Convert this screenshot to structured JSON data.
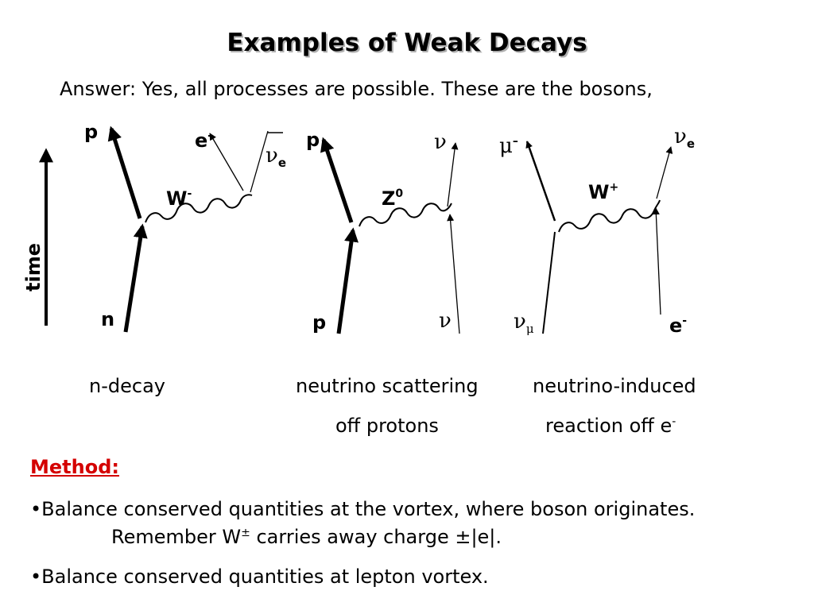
{
  "slide": {
    "title": "Examples of Weak Decays",
    "answer": "Answer: Yes, all processes are possible. These are the bosons,"
  },
  "diagram": {
    "time_label": "time",
    "left": {
      "top_quark": "p",
      "bottom_quark": "n",
      "boson": "W",
      "boson_charge": "-",
      "lepton_out": "e",
      "lepton_out_charge": "-",
      "neutrino": "ν",
      "neutrino_sub": "e"
    },
    "middle": {
      "top_quark": "p",
      "bottom_quark": "p",
      "boson": "Z",
      "boson_charge": "0",
      "neutrino_top": "ν",
      "neutrino_bottom": "ν"
    },
    "right": {
      "top_lepton": "μ",
      "top_lepton_charge": "–",
      "bottom_lepton": "ν",
      "bottom_lepton_sub": "μ",
      "boson": "W",
      "boson_charge": "+",
      "out_lepton": "ν",
      "out_lepton_sub": "e",
      "in_lepton": "e",
      "in_lepton_charge": "-"
    }
  },
  "captions": {
    "left": "n-decay",
    "middle_line1": "neutrino scattering",
    "middle_line2": "off protons",
    "right_line1": "neutrino-induced",
    "right_line2": "reaction off e",
    "right_line2_sup": "-"
  },
  "method": {
    "heading": "Method:",
    "bullet1": "•Balance conserved quantities at the vortex, where boson originates.",
    "bullet1_cont_pre": "Remember W",
    "bullet1_cont_sup": "±",
    "bullet1_cont_post": " carries away charge ±|e|.",
    "bullet2": "•Balance conserved quantities at lepton vortex."
  }
}
